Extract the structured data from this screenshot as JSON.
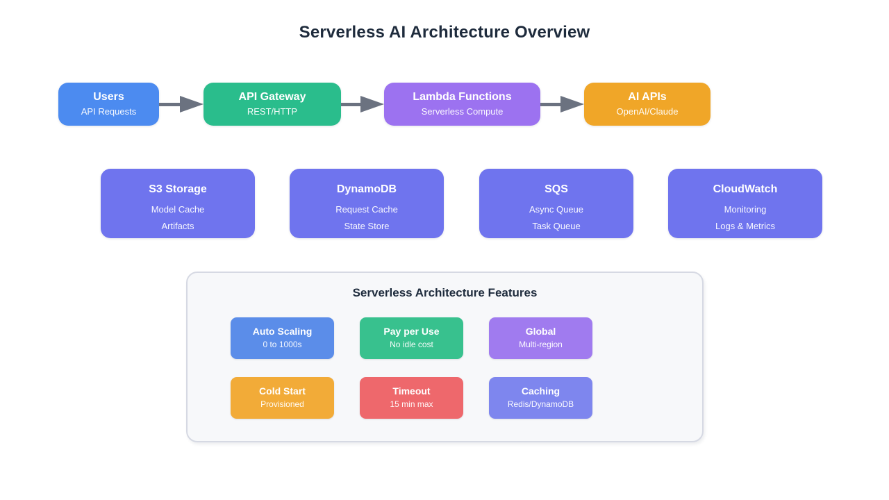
{
  "page": {
    "title": "Serverless AI Architecture Overview"
  },
  "colors": {
    "title_text": "#1e2b3c",
    "arrow": "#6b7280",
    "panel_bg": "#f7f8fa",
    "panel_border": "#d6d9e3"
  },
  "flow": {
    "nodes": [
      {
        "title": "Users",
        "subtitle": "API Requests",
        "color": "#4c8bf0"
      },
      {
        "title": "API Gateway",
        "subtitle": "REST/HTTP",
        "color": "#2abd8c"
      },
      {
        "title": "Lambda Functions",
        "subtitle": "Serverless Compute",
        "color": "#9c72f0"
      },
      {
        "title": "AI APIs",
        "subtitle": "OpenAI/Claude",
        "color": "#f0a628"
      }
    ]
  },
  "services": [
    {
      "title": "S3 Storage",
      "lines": [
        "Model Cache",
        "Artifacts"
      ],
      "color": "#6f74ee"
    },
    {
      "title": "DynamoDB",
      "lines": [
        "Request Cache",
        "State Store"
      ],
      "color": "#6f74ee"
    },
    {
      "title": "SQS",
      "lines": [
        "Async Queue",
        "Task Queue"
      ],
      "color": "#6f74ee"
    },
    {
      "title": "CloudWatch",
      "lines": [
        "Monitoring",
        "Logs & Metrics"
      ],
      "color": "#6f74ee"
    }
  ],
  "features_panel": {
    "title": "Serverless Architecture Features",
    "cards": [
      {
        "title": "Auto Scaling",
        "subtitle": "0 to 1000s",
        "color": "#5b8de9"
      },
      {
        "title": "Pay per Use",
        "subtitle": "No idle cost",
        "color": "#38c18e"
      },
      {
        "title": "Global",
        "subtitle": "Multi-region",
        "color": "#a07bef"
      },
      {
        "title": "Cold Start",
        "subtitle": "Provisioned",
        "color": "#f2ab38"
      },
      {
        "title": "Timeout",
        "subtitle": "15 min max",
        "color": "#ee686c"
      },
      {
        "title": "Caching",
        "subtitle": "Redis/DynamoDB",
        "color": "#7e86ee"
      }
    ]
  }
}
